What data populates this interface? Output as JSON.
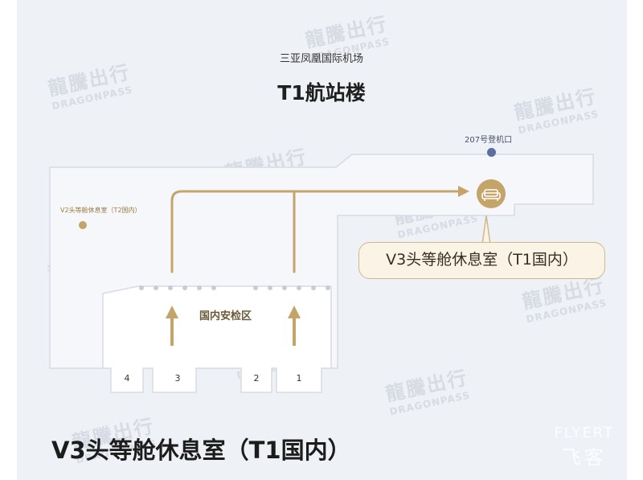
{
  "map": {
    "airport_name": "三亚凤凰国际机场",
    "terminal_name": "T1航站楼",
    "gate_label": "207号登机口",
    "other_lounge_label": "V2头等舱休息室（T2国内）",
    "security_label": "国内安检区",
    "checkpoints": [
      "4",
      "3",
      "2",
      "1"
    ],
    "callout_label": "V3头等舱休息室（T1国内）",
    "bottom_title": "V3头等舱休息室（T1国内）"
  },
  "watermark": {
    "cn": "龍騰出行",
    "en": "DRAGONPASS"
  },
  "brand": {
    "en": "FLYERT",
    "cn": "飞客"
  },
  "icons": {
    "lounge": "sofa-icon",
    "arrows": "direction-arrow"
  },
  "colors": {
    "background": "#eef1f6",
    "route": "#c5a46a",
    "gate_dot": "#5c6ea3",
    "v2_dot": "#c5a46a",
    "callout_bg": "#faf3e6",
    "callout_border": "#cfb88e",
    "dots": "#c8ccd8"
  }
}
